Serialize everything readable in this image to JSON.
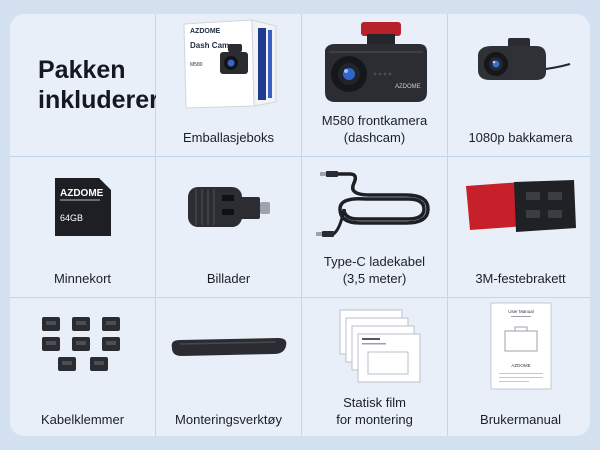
{
  "header": {
    "title": "Pakken\ninkluderer"
  },
  "items": [
    {
      "label": "Emballasjeboks",
      "box_brand": "AZDOME",
      "box_text": "Dash Cam",
      "box_model": "M580"
    },
    {
      "label": "M580 frontkamera\n(dashcam)",
      "brand": "AZDOME"
    },
    {
      "label": "1080p bakkamera"
    },
    {
      "label": "Minnekort",
      "card_brand": "AZDOME",
      "card_capacity": "64GB"
    },
    {
      "label": "Billader"
    },
    {
      "label": "Type-C ladekabel\n(3,5 meter)"
    },
    {
      "label": "3M-festebrakett"
    },
    {
      "label": "Kabelklemmer"
    },
    {
      "label": "Monteringsverktøy"
    },
    {
      "label": "Statisk film\nfor montering"
    },
    {
      "label": "Brukermanual",
      "manual_title": "User Manual",
      "manual_brand": "AZDOME"
    }
  ],
  "colors": {
    "background": "#d3e0ef",
    "cell": "#e8eff8",
    "divider": "#c4d6ea",
    "accent_red": "#c8202b",
    "box_blue": "#1f3a8f"
  }
}
